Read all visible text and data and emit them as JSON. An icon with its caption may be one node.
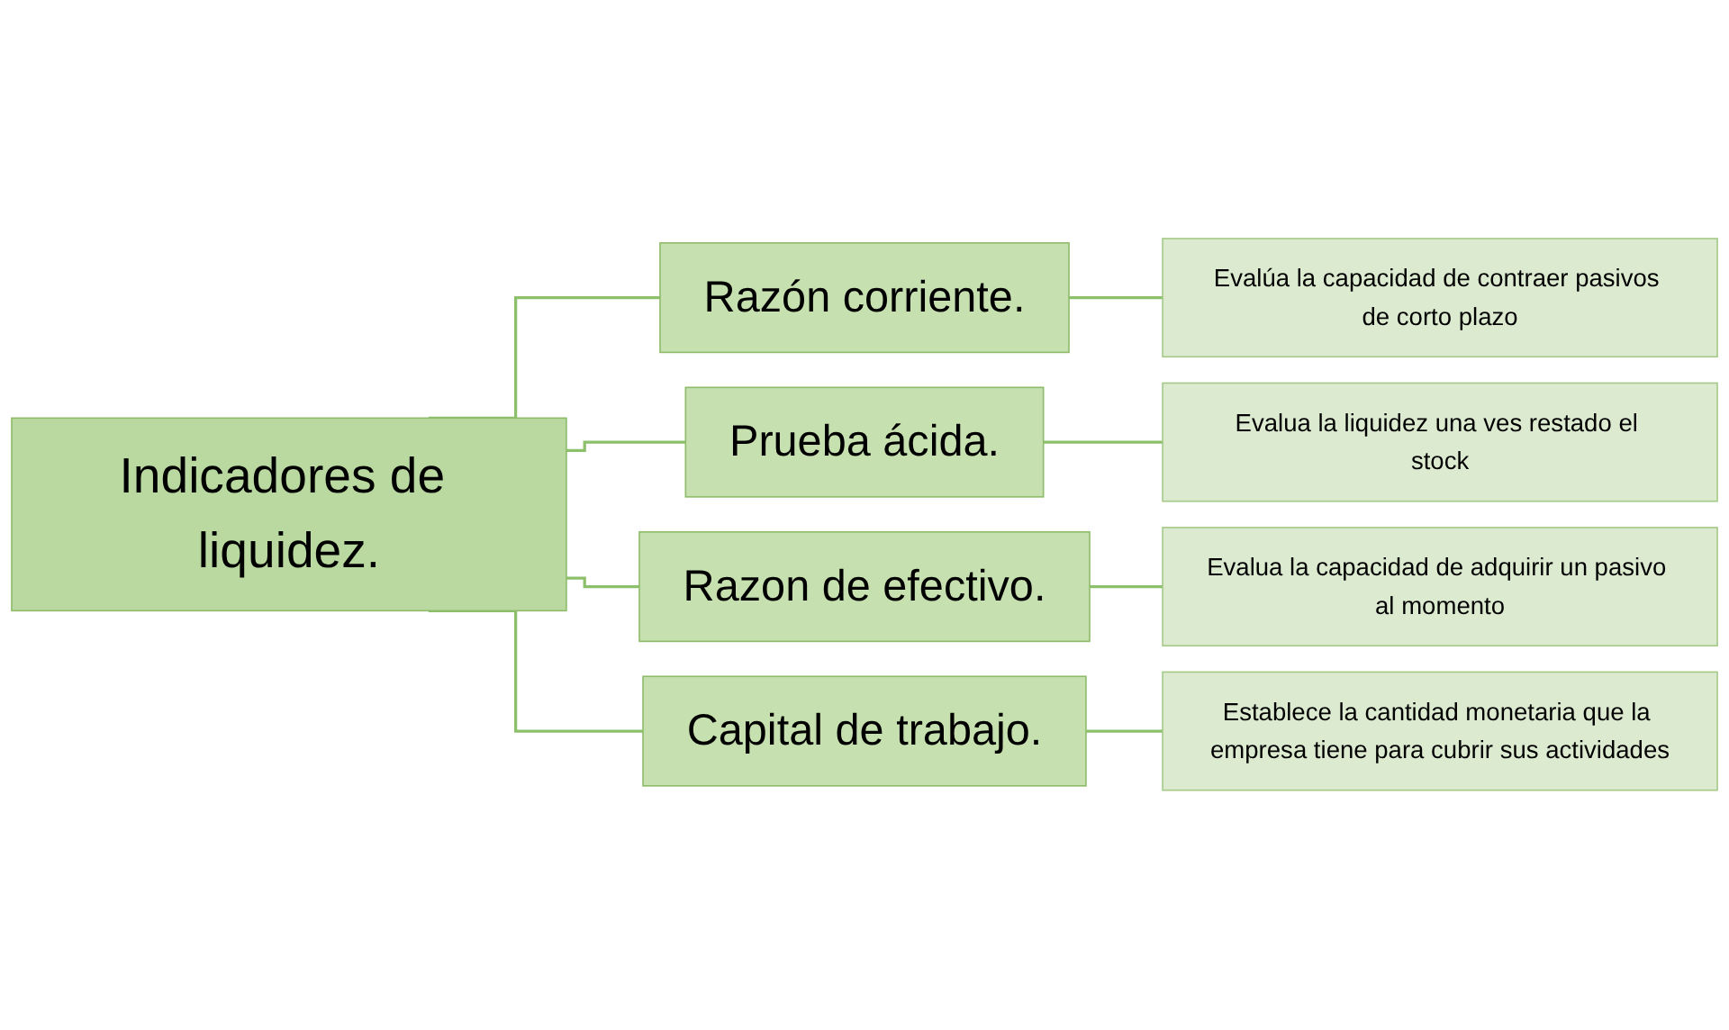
{
  "diagram": {
    "nodes": [
      {
        "text": [
          "Indicadores de liquidez."
        ]
      },
      {
        "text": [
          "Razón corriente."
        ]
      },
      {
        "text": [
          "Evalúa la capacidad de contraer pasivos de corto plazo"
        ]
      },
      {
        "text": [
          "Prueba ácida."
        ]
      },
      {
        "text": [
          "Evalua la liquidez una ves restado el stock"
        ]
      },
      {
        "text": [
          "Razon de efectivo."
        ]
      },
      {
        "text": [
          "Evalua la capacidad de adquirir un pasivo al momento"
        ]
      },
      {
        "text": [
          "Capital de trabajo."
        ]
      },
      {
        "text": [
          "Establece la cantidad monetaria que la empresa tiene para cubrir sus actividades"
        ]
      }
    ],
    "edges": [
      {
        "from": 0,
        "to": 1,
        "arrow": "none"
      },
      {
        "from": 0,
        "to": 3,
        "arrow": "none"
      },
      {
        "from": 0,
        "to": 5,
        "arrow": "none"
      },
      {
        "from": 0,
        "to": 7,
        "arrow": "none"
      },
      {
        "from": 1,
        "to": 2,
        "arrow": "none"
      },
      {
        "from": 3,
        "to": 4,
        "arrow": "none"
      },
      {
        "from": 5,
        "to": 6,
        "arrow": "none"
      },
      {
        "from": 7,
        "to": 8,
        "arrow": "none"
      }
    ]
  }
}
